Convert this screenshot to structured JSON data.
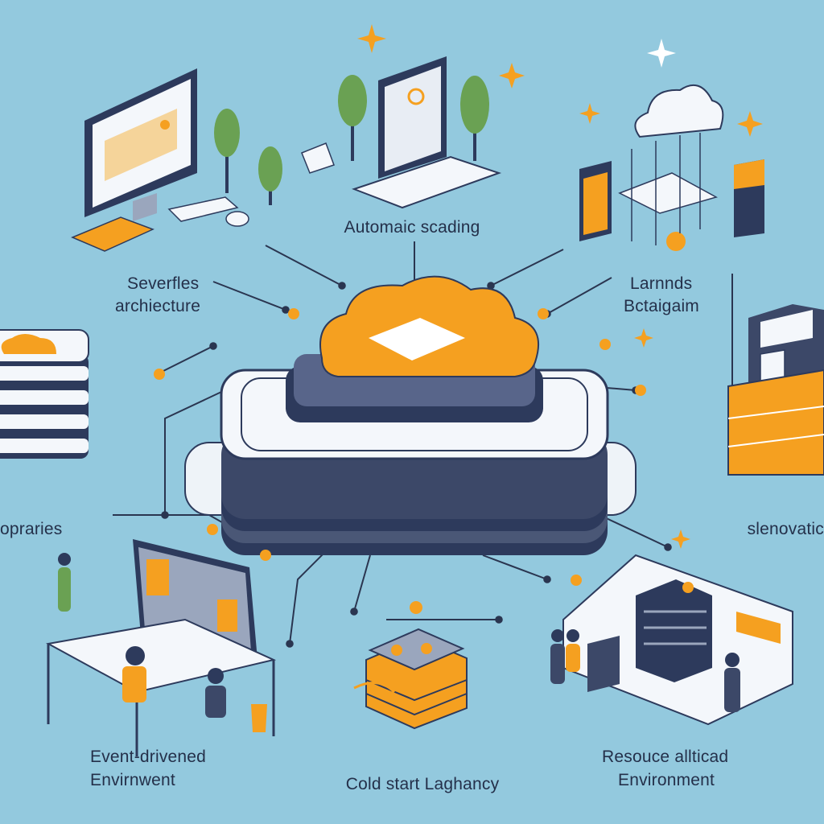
{
  "labels": {
    "top_center": "Automaic scading",
    "top_left_line1": "Severfles",
    "top_left_line2": "archiecture",
    "top_right_line1": "Larnnds",
    "top_right_line2": "Bctaigaim",
    "mid_left": "opraries",
    "mid_right": "slenovatic",
    "bottom_left_line1": "Event-drivened",
    "bottom_left_line2": "Envirnwent",
    "bottom_center": "Cold start Laghancy",
    "bottom_right_line1": "Resouce allticad",
    "bottom_right_line2": "Environment"
  },
  "colors": {
    "background": "#93c9de",
    "accent_orange": "#f5a020",
    "navy": "#2d3a5c",
    "white": "#f4f7fb",
    "tree_green": "#6aa153",
    "line": "#2a3550"
  },
  "icons": [
    "central-cloud-platform-icon",
    "desktop-computer-icon",
    "laptop-icon",
    "cloud-servers-icon",
    "server-stack-icon",
    "server-rack-icon",
    "workstation-people-icon",
    "cold-start-box-icon",
    "datacenter-icon",
    "sparkle-icon"
  ]
}
